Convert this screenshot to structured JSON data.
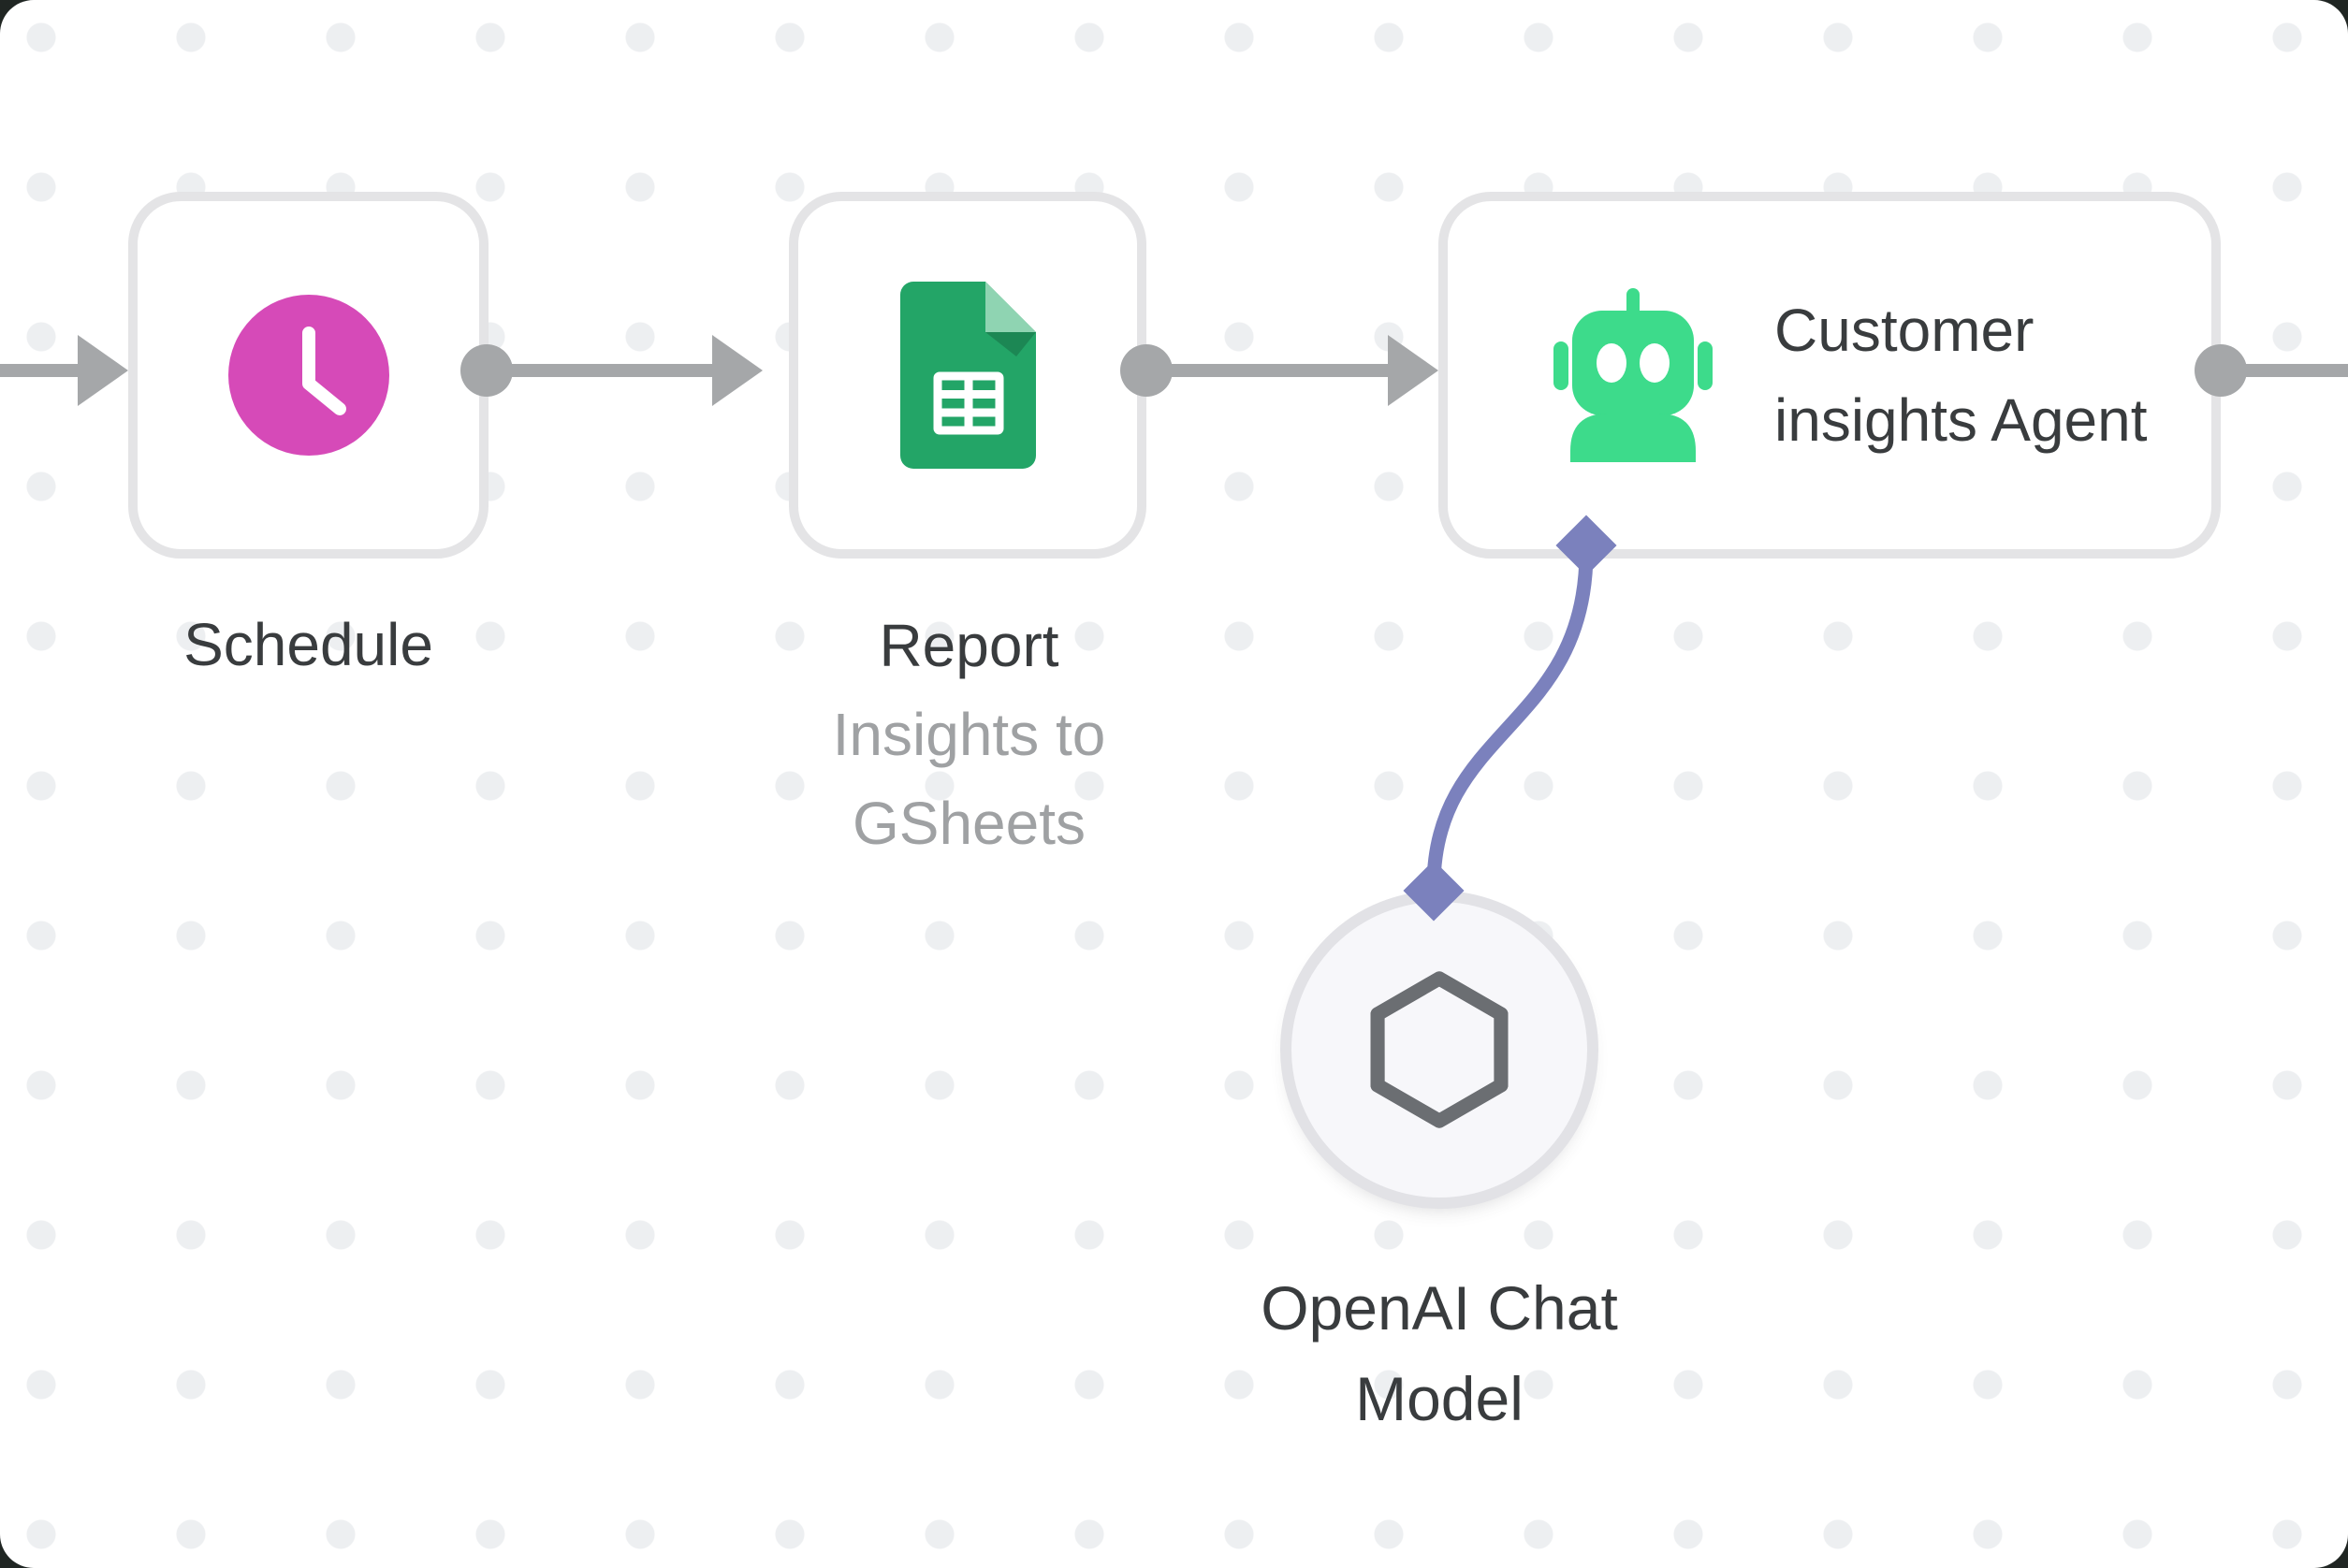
{
  "canvas": {
    "description": "workflow editor canvas with dotted grid",
    "grid_dot_color": "#edeff1",
    "background": "#ffffff"
  },
  "colors": {
    "backdrop": "#202623",
    "node_border": "#e4e4e6",
    "connector_gray": "#a5a7a9",
    "title_text": "#393c3e",
    "subtitle_text": "#9fa1a3",
    "schedule_accent": "#d64ab8",
    "agent_green": "#3ddb8b",
    "sheets_green": "#23a567",
    "sheets_fold": "#8fd4b2",
    "openai_gray": "#6b6e72",
    "ai_purple": "#7b81bd"
  },
  "nodes": {
    "schedule": {
      "title": "Schedule",
      "icon": "clock-icon"
    },
    "report": {
      "title": "Report",
      "subtitle_line1": "Insights to",
      "subtitle_line2": "GSheets",
      "icon": "google-sheets-icon"
    },
    "agent": {
      "title_line1": "Customer",
      "title_line2": "insights Agent",
      "icon": "robot-icon"
    },
    "openai": {
      "title_line1": "OpenAI Chat",
      "title_line2": "Model",
      "icon": "openai-icon"
    }
  },
  "connections": {
    "incoming_to_schedule": {
      "type": "main",
      "from": "left-edge",
      "to": "Schedule"
    },
    "schedule_to_report": {
      "type": "main",
      "from": "Schedule",
      "to": "Report"
    },
    "report_to_agent": {
      "type": "main",
      "from": "Report",
      "to": "Customer insights Agent"
    },
    "agent_to_right_edge": {
      "type": "main",
      "from": "Customer insights Agent",
      "to": "right-edge"
    },
    "openai_to_agent": {
      "type": "ai-language-model",
      "from": "OpenAI Chat Model",
      "to": "Customer insights Agent"
    }
  }
}
